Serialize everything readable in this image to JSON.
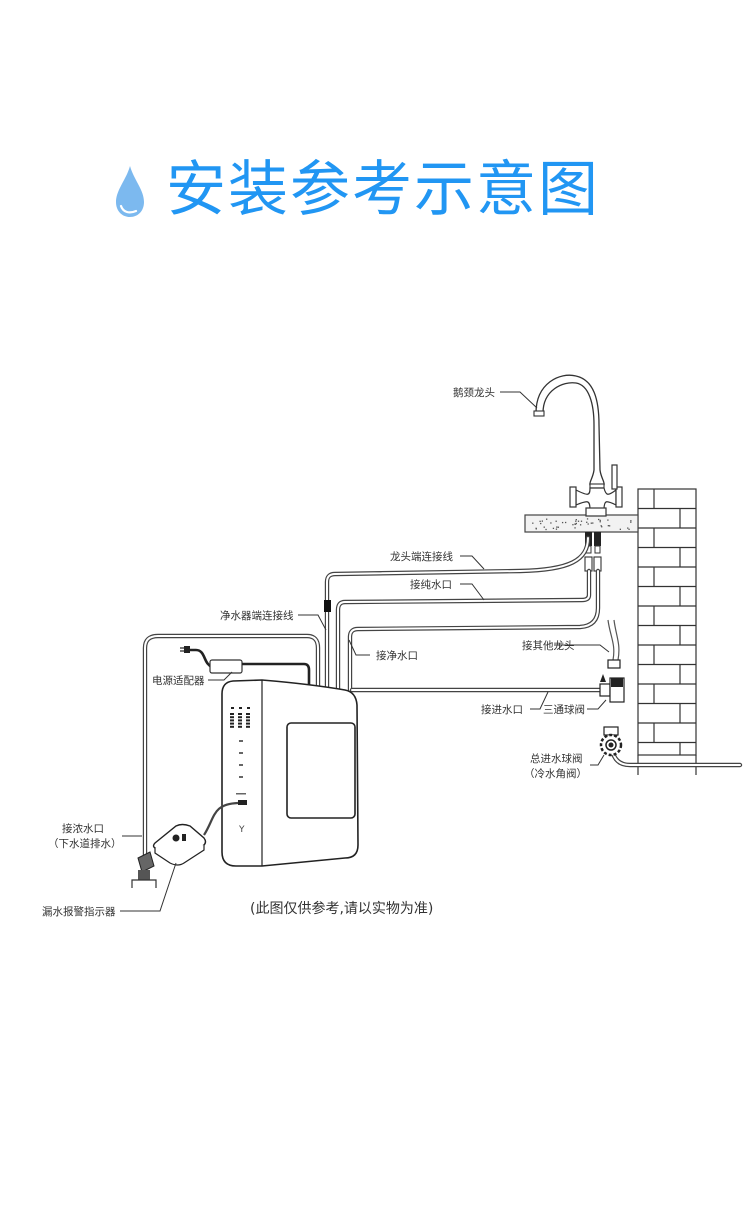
{
  "header": {
    "icon": "water-drop-icon",
    "title": "安装参考示意图",
    "accent_color": "#2196f3",
    "drop_color": "#7cb9ef"
  },
  "labels": {
    "gooseneck_faucet": "鹅颈龙头",
    "faucet_cable": "龙头端连接线",
    "pure_water_port": "接纯水口",
    "purifier_cable": "净水器端连接线",
    "clean_water_port": "接净水口",
    "other_faucet": "接其他龙头",
    "power_adapter": "电源适配器",
    "inlet_port": "接进水口",
    "tee_ball_valve": "三通球阀",
    "main_valve_line1": "总进水球阀",
    "main_valve_line2": "（冷水角阀）",
    "drain_line1": "接浓水口",
    "drain_line2": "（下水道排水）",
    "leak_alarm": "漏水报警指示器"
  },
  "footnote": "(此图仅供参考,请以实物为准)"
}
